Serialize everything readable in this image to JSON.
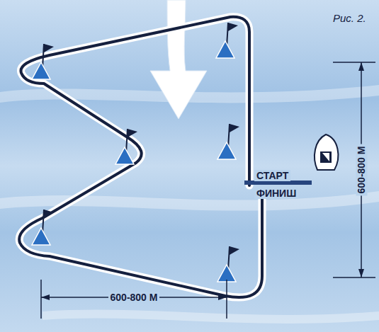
{
  "diagram": {
    "caption": "Рис. 2.",
    "labels": [
      "СТАРТ",
      "ФИНИШ",
      "600-800 М",
      "600-800 М"
    ]
  }
}
